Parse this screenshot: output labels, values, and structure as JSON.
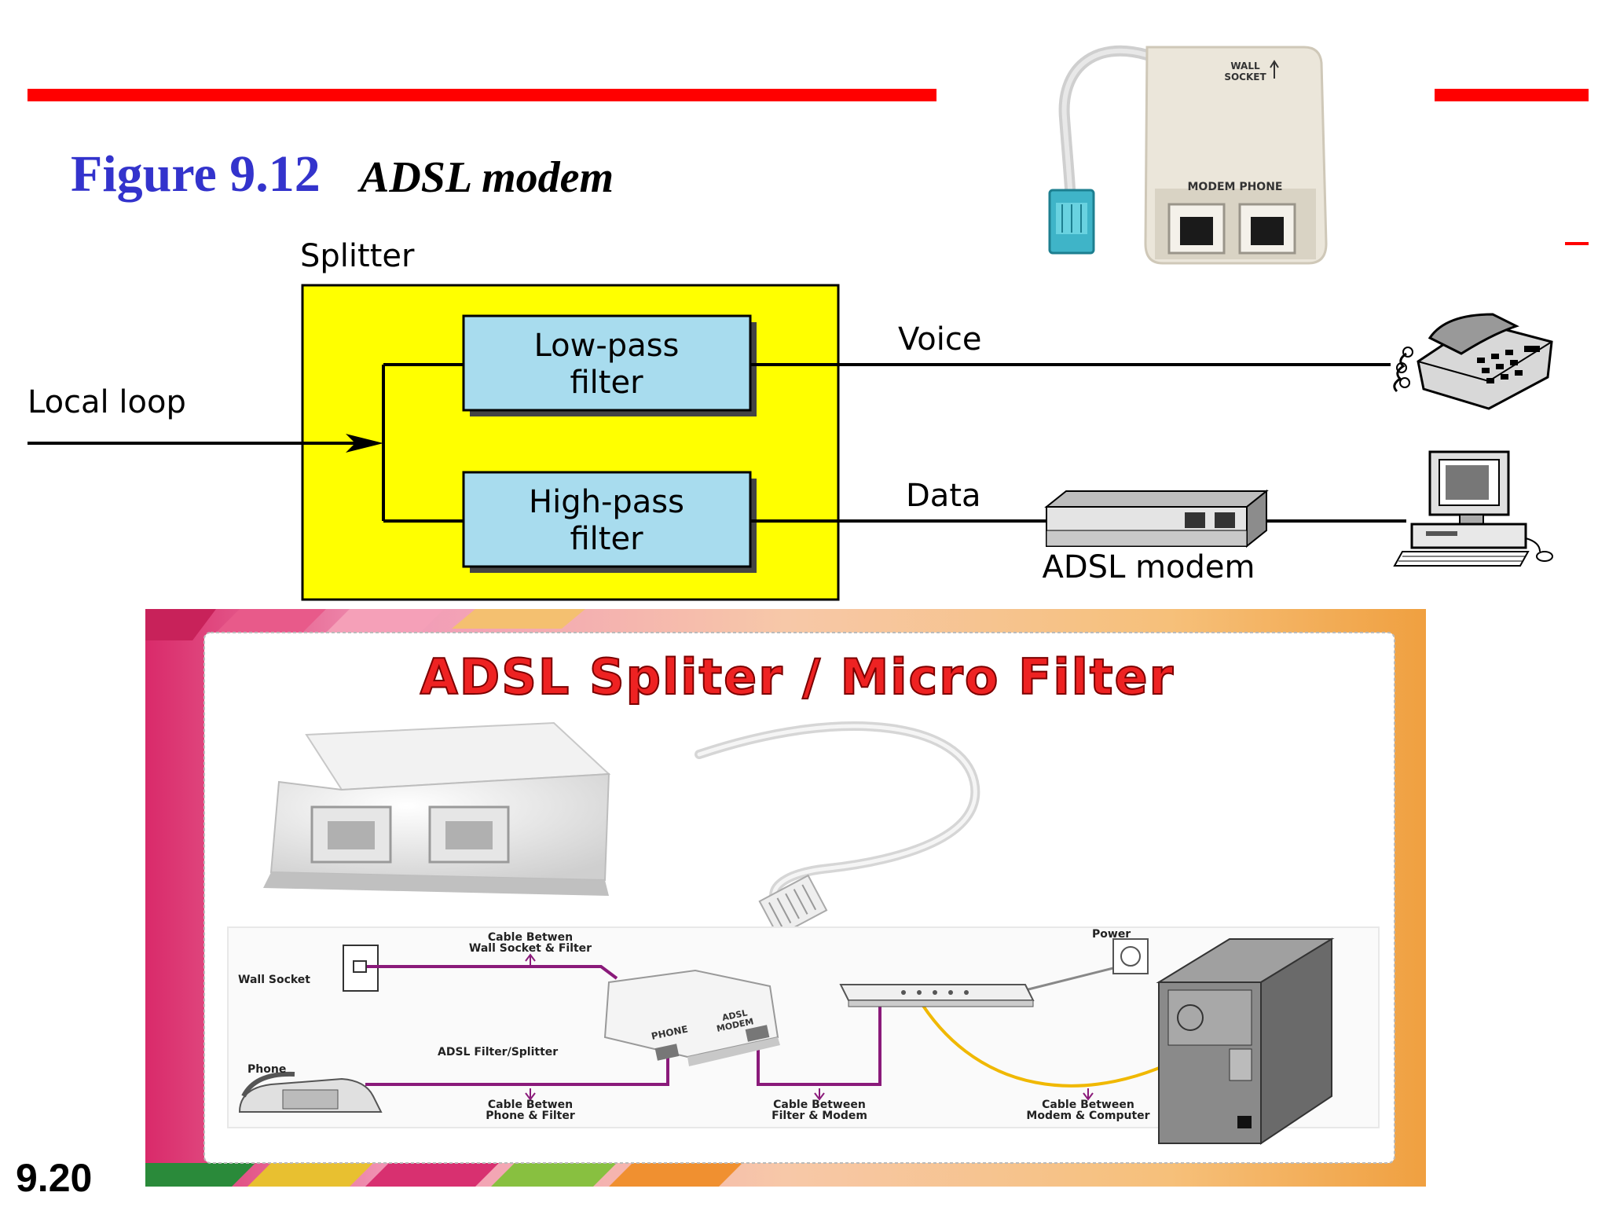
{
  "slide": {
    "number": "9.20",
    "figure_label": "Figure 9.12",
    "figure_caption": "ADSL modem",
    "accent_red": "#ff0000",
    "title_blue": "#3333cc"
  },
  "top_photo": {
    "socket_label_1": "WALL",
    "socket_label_2": "SOCKET",
    "port_labels": "MODEM PHONE"
  },
  "diagram": {
    "splitter_label": "Splitter",
    "local_loop": "Local loop",
    "low_pass_1": "Low-pass",
    "low_pass_2": "filter",
    "high_pass_1": "High-pass",
    "high_pass_2": "filter",
    "voice": "Voice",
    "data": "Data",
    "modem_label": "ADSL modem",
    "splitter_color": "#ffff00",
    "filter_color": "#a8dcee"
  },
  "panel": {
    "heading": "ADSL Spliter / Micro Filter",
    "wall_socket": "Wall Socket",
    "cable_wall_1": "Cable Betwen",
    "cable_wall_2": "Wall Socket & Filter",
    "power": "Power",
    "filter_splitter": "ADSL Filter/Splitter",
    "phone": "Phone",
    "port_phone": "PHONE",
    "port_modem_1": "ADSL",
    "port_modem_2": "MODEM",
    "cable_phone_1": "Cable Betwen",
    "cable_phone_2": "Phone & Filter",
    "cable_modem_1": "Cable Between",
    "cable_modem_2": "Filter & Modem",
    "cable_comp_1": "Cable Between",
    "cable_comp_2": "Modem & Computer",
    "heading_color": "#ee2222",
    "wire_color": "#8a1a7a",
    "cable_yellow": "#f0b800"
  }
}
